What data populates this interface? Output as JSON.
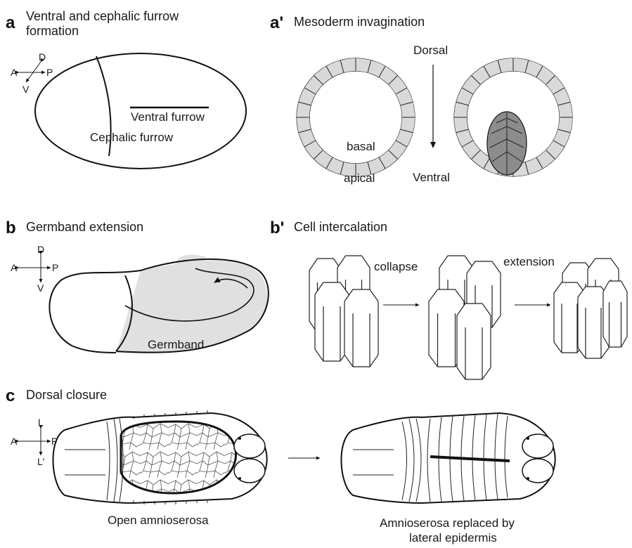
{
  "panels": {
    "a": {
      "letter": "a",
      "title_line1": "Ventral and cephalic furrow",
      "title_line2": "formation",
      "ventral_furrow": "Ventral furrow",
      "cephalic_furrow": "Cephalic furrow",
      "axes": {
        "d": "D",
        "a": "A",
        "p": "P",
        "v": "V"
      }
    },
    "a_prime": {
      "letter": "a'",
      "title": "Mesoderm invagination",
      "dorsal": "Dorsal",
      "ventral": "Ventral",
      "basal": "basal",
      "apical": "apical"
    },
    "b": {
      "letter": "b",
      "title": "Germband extension",
      "germband": "Germband",
      "axes": {
        "d": "D",
        "a": "A",
        "p": "P",
        "v": "V"
      }
    },
    "b_prime": {
      "letter": "b'",
      "title": "Cell intercalation",
      "collapse": "collapse",
      "extension": "extension"
    },
    "c": {
      "letter": "c",
      "title": "Dorsal closure",
      "open_label": "Open amnioserosa",
      "replaced_line1": "Amnioserosa replaced by",
      "replaced_line2": "lateral epidermis",
      "axes": {
        "l": "L",
        "a": "A",
        "p": "P",
        "l_prime": "L'"
      }
    }
  },
  "colors": {
    "cell_fill": "#d9d9d9",
    "mesoderm_fill": "#8c8c8c",
    "germband_fill": "#e0e0e0",
    "line": "#111111"
  }
}
